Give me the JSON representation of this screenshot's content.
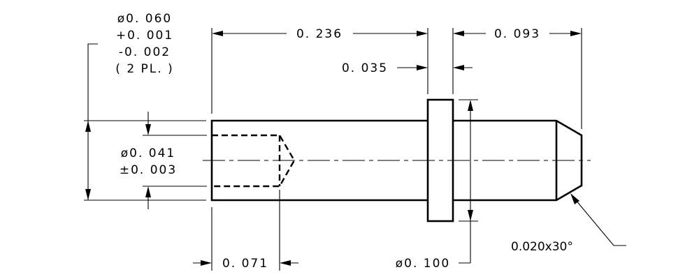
{
  "dimensions": {
    "bore_diameter": [
      "ø0. 060",
      "+0. 001",
      "-0. 002",
      "( 2 PL. )"
    ],
    "overall_length": "0. 236",
    "shank_length": "0. 093",
    "collar_width": "0. 035",
    "body_diameter": [
      "ø0. 041",
      "±0. 003"
    ],
    "drill_depth": "0. 071",
    "collar_diameter": "ø0. 100",
    "chamfer": "0.020x30°"
  },
  "colors": {
    "line": "#000000",
    "background": "#ffffff"
  }
}
